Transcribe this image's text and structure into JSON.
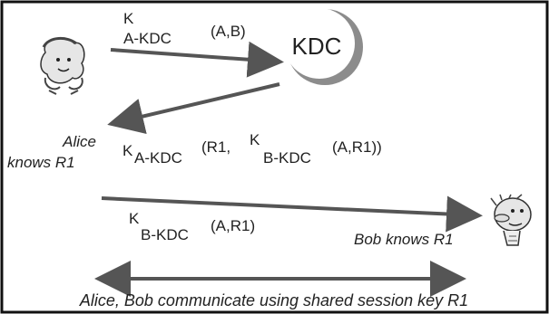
{
  "kdc": {
    "label": "KDC"
  },
  "msg1": {
    "k": "K",
    "sub": "A-KDC",
    "args": "(A,B)"
  },
  "msg2": {
    "k1": "K",
    "sub1": "A-KDC",
    "part1": "(R1,",
    "k2": "K",
    "sub2": "B-KDC",
    "part2": "(A,R1))"
  },
  "alice": {
    "line1": "Alice",
    "line2": "knows R1"
  },
  "msg3": {
    "k": "K",
    "sub": "B-KDC",
    "args": "(A,R1)"
  },
  "bob": {
    "label": "Bob knows R1"
  },
  "footer": {
    "text": "Alice, Bob communicate using shared session key R1"
  },
  "colors": {
    "arrow": "#555555",
    "kdc_ring": "#8c8c8c",
    "text": "#222222",
    "frame": "#111111"
  }
}
